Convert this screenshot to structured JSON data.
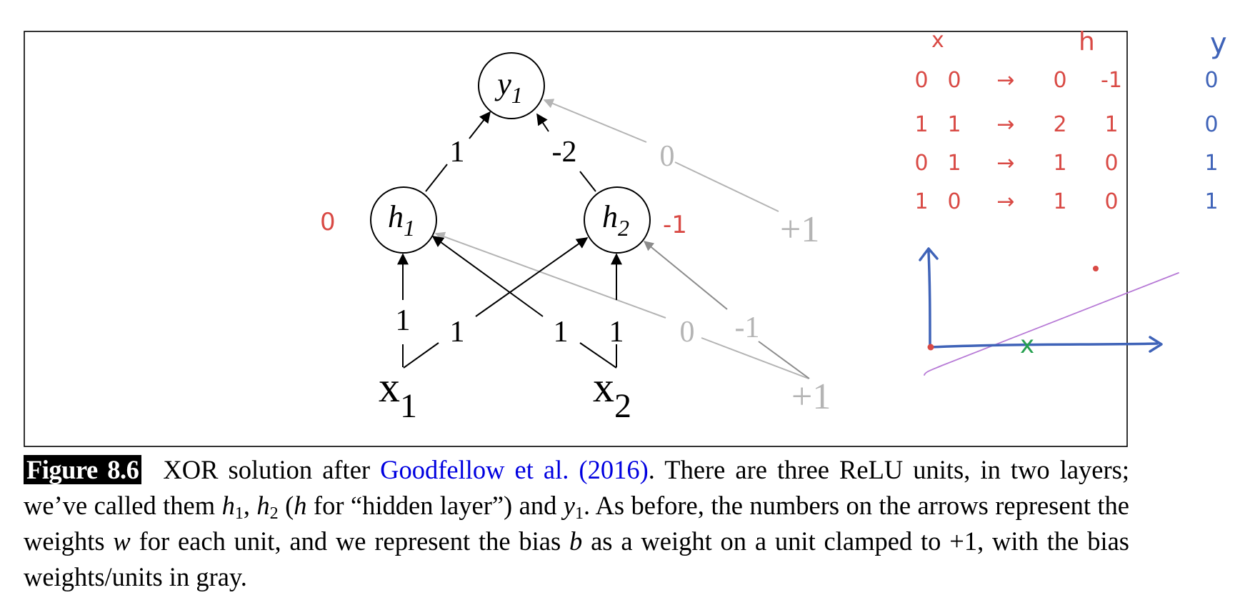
{
  "diagram": {
    "nodes": {
      "y1": {
        "main": "y",
        "sub": "1"
      },
      "h1": {
        "main": "h",
        "sub": "1"
      },
      "h2": {
        "main": "h",
        "sub": "2"
      },
      "x1": {
        "main": "x",
        "sub": "1"
      },
      "x2": {
        "main": "x",
        "sub": "2"
      },
      "bias_top": "+1",
      "bias_bottom": "+1"
    },
    "weights": {
      "h1_y1": "1",
      "h2_y1": "-2",
      "bias_y1": "0",
      "x1_h1": "1",
      "x1_h2": "1",
      "x2_h1": "1",
      "x2_h2": "1",
      "bias_h1": "0",
      "bias_h2": "-1"
    }
  },
  "annotations": {
    "h1_bias_note": "0",
    "h2_bias_note": "-1",
    "table_headers": {
      "x": "x",
      "h": "h",
      "y": "y"
    },
    "table_rows": [
      {
        "x1": "0",
        "x2": "0",
        "arrow": "→",
        "h1": "0",
        "h2": "-1",
        "y": "0"
      },
      {
        "x1": "1",
        "x2": "1",
        "arrow": "→",
        "h1": "2",
        "h2": "1",
        "y": "0"
      },
      {
        "x1": "0",
        "x2": "1",
        "arrow": "→",
        "h1": "1",
        "h2": "0",
        "y": "1"
      },
      {
        "x1": "1",
        "x2": "0",
        "arrow": "→",
        "h1": "1",
        "h2": "0",
        "y": "1"
      }
    ],
    "sketch_cross": "x"
  },
  "colors": {
    "ink": "#000000",
    "bias_gray": "#b4b4b4",
    "hand_red": "#d94a45",
    "hand_blue": "#3f63b8",
    "hand_green": "#27a050",
    "hand_purple": "#b77ad6",
    "link_blue": "#0000e0"
  },
  "caption": {
    "label": "Figure 8.6",
    "t1": "XOR solution after ",
    "cite": "Goodfellow et al. (2016)",
    "t2": ". There are three ReLU units, in two layers; we’ve called them ",
    "h": "h",
    "sub1": "1",
    "sep": ", ",
    "sub2": "2",
    "t3": " (",
    "t4": " for “hidden layer”) and ",
    "y": "y",
    "t5": ". As before, the numbers on the arrows represent the weights ",
    "w": "w",
    "t6": " for each unit, and we represent the bias ",
    "b": "b",
    "t7": " as a weight on a unit clamped to +1, with the bias weights/units in gray."
  }
}
